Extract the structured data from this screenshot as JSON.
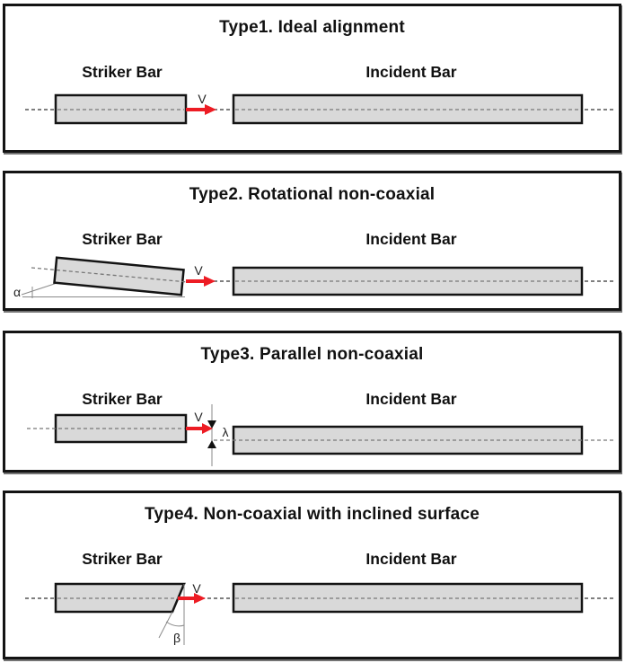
{
  "colors": {
    "arrow": "#ed1c24",
    "bar_fill": "#d9d9d9",
    "bar_border": "#141414",
    "panel_border": "#141414",
    "axis": "#555555"
  },
  "panels": [
    {
      "title": "Type1. Ideal alignment",
      "striker_label": "Striker Bar",
      "incident_label": "Incident Bar",
      "velocity_label": "V"
    },
    {
      "title": "Type2. Rotational non-coaxial",
      "striker_label": "Striker Bar",
      "incident_label": "Incident Bar",
      "velocity_label": "V",
      "angle_label": "α"
    },
    {
      "title": "Type3. Parallel non-coaxial",
      "striker_label": "Striker Bar",
      "incident_label": "Incident Bar",
      "velocity_label": "V",
      "offset_label": "λ"
    },
    {
      "title": "Type4. Non-coaxial with inclined surface",
      "striker_label": "Striker Bar",
      "incident_label": "Incident Bar",
      "velocity_label": "V",
      "angle_label": "β"
    }
  ]
}
